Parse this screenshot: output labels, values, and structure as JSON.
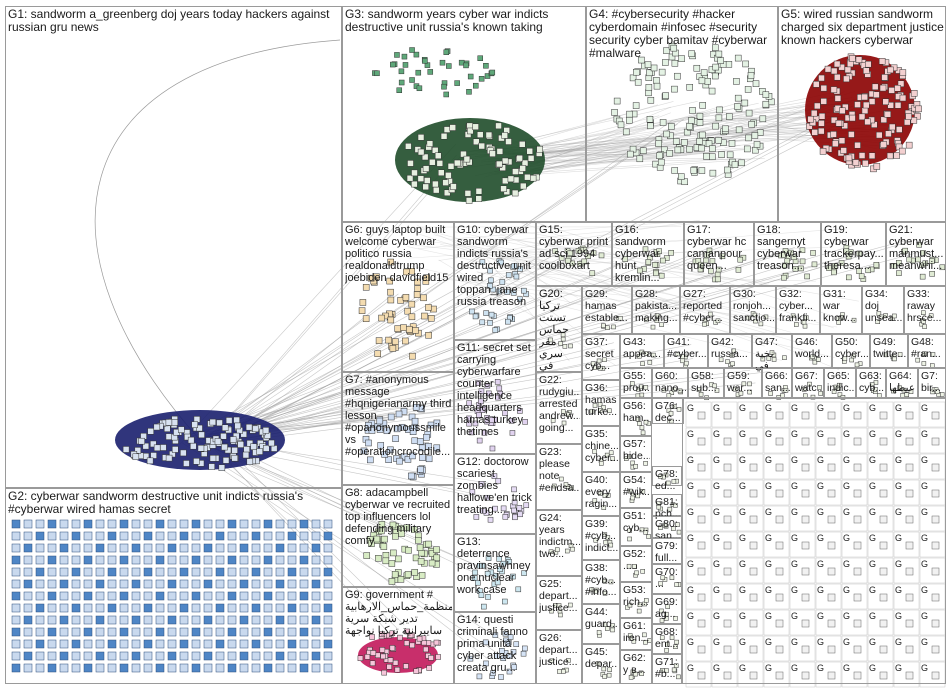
{
  "groups": [
    {
      "id": "G1",
      "label": "G1: sandworm a_greenberg doj years today hackers against russian gru news"
    },
    {
      "id": "G2",
      "label": "G2: cyberwar sandworm destructive unit indicts russia's #cyberwar wired hamas secret"
    },
    {
      "id": "G3",
      "label": "G3: sandworm years cyber war indicts destructive unit russia's known taking"
    },
    {
      "id": "G4",
      "label": "G4: #cybersecurity #hacker cyberdomain #infosec #security security cyber bamitav #cyberwar #malware"
    },
    {
      "id": "G5",
      "label": "G5: wired russian sandworm charged six department justice known hackers cyberwar"
    },
    {
      "id": "G6",
      "label": "G6: guys laptop built welcome cyberwar politico russia realdonaldtrump joebiden davidfield15"
    },
    {
      "id": "G7",
      "label": "G7: #anonymous message #hqnigerianarmy third lesson #opanonymoussmile vs #operationcrocodile..."
    },
    {
      "id": "G8",
      "label": "G8: adacampbell cyberwar ve recruited top influencers lol defending military comfy"
    },
    {
      "id": "G9",
      "label": "G9: government # منظمة_حماس_الارهابية تدير شبكة سرية سايبرانية تركيا نواجهة"
    },
    {
      "id": "G10",
      "label": "G10: cyberwar sandworm indicts russia's destructive unit wired toppan_jane russia treason"
    },
    {
      "id": "G11",
      "label": "G11: secret set carrying cyberwarfare counter intelligence headquarters hamas turkey thetimes"
    },
    {
      "id": "G12",
      "label": "G12: doctorow scariest zombies hallowe'en trick treating..."
    },
    {
      "id": "G13",
      "label": "G13: deterrence pravinsawhney one nuclear work case"
    },
    {
      "id": "G14",
      "label": "G14: questi criminali fanno prima unità cyber attack creata gru..."
    },
    {
      "id": "G15",
      "label": "G15: cyberwar print ad sci 1994 coolboxart"
    },
    {
      "id": "G16",
      "label": "G16: sandworm cyberwar hunt kremlin..."
    },
    {
      "id": "G17",
      "label": "G17: cyberwar hc camanpour queen..."
    },
    {
      "id": "G18",
      "label": "G18: sangernyt cyberwar treason..."
    },
    {
      "id": "G19",
      "label": "G19: cyberwar trackerpay... theresa..."
    },
    {
      "id": "G21",
      "label": "G21: cyberwar manmust... meanwhi..."
    },
    {
      "id": "G20",
      "label": "G20: تركيا تستت حماس مقر سري في"
    },
    {
      "id": "G29",
      "label": "G29: hamas estable..."
    },
    {
      "id": "G28",
      "label": "G28: pakista... making..."
    },
    {
      "id": "G27",
      "label": "G27: reported #cyber..."
    },
    {
      "id": "G30",
      "label": "G30: ronjoh... sanctio..."
    },
    {
      "id": "G32",
      "label": "G32: cyber... frankfi..."
    },
    {
      "id": "G31",
      "label": "G31: war know..."
    },
    {
      "id": "G34",
      "label": "G34: doj unsea..."
    },
    {
      "id": "G33",
      "label": "G33: raway hrsce..."
    },
    {
      "id": "G37",
      "label": "G37: secret cyb..."
    },
    {
      "id": "G43",
      "label": "G43: appea..."
    },
    {
      "id": "G41",
      "label": "G41: #cyber..."
    },
    {
      "id": "G42",
      "label": "G42: russia..."
    },
    {
      "id": "G47",
      "label": "G47: نخبة في"
    },
    {
      "id": "G46",
      "label": "G46: world..."
    },
    {
      "id": "G50",
      "label": "G50: cyber..."
    },
    {
      "id": "G49",
      "label": "G49: twitte..."
    },
    {
      "id": "G48",
      "label": "G48: #ran..."
    },
    {
      "id": "G22",
      "label": "G22: rudygiu... arrested andrew... going..."
    },
    {
      "id": "G36",
      "label": "G36: hamas turke..."
    },
    {
      "id": "G55",
      "label": "G55: prou..."
    },
    {
      "id": "G60",
      "label": "G60: nano..."
    },
    {
      "id": "G58",
      "label": "G58: sub..."
    },
    {
      "id": "G59",
      "label": "G59: war..."
    },
    {
      "id": "G66",
      "label": "G66: san..."
    },
    {
      "id": "G67",
      "label": "G67: watc..."
    },
    {
      "id": "G65",
      "label": "G65: indic..."
    },
    {
      "id": "G63",
      "label": "G63: cyb..."
    },
    {
      "id": "G64",
      "label": "G64: عيطها"
    },
    {
      "id": "G7b",
      "label": "G7: bir..."
    },
    {
      "id": "G56",
      "label": "G56: ham..."
    },
    {
      "id": "G76",
      "label": "G76: dec..."
    },
    {
      "id": "G35",
      "label": "G35: chine... cyber..."
    },
    {
      "id": "G23",
      "label": "G23: please note #endsa..."
    },
    {
      "id": "G57",
      "label": "G57: bide..."
    },
    {
      "id": "G78",
      "label": "G78: ed..."
    },
    {
      "id": "G81",
      "label": "G81: pch..."
    },
    {
      "id": "G54",
      "label": "G54: #wik..."
    },
    {
      "id": "G80",
      "label": "G80: san..."
    },
    {
      "id": "G40",
      "label": "G40: every ragin..."
    },
    {
      "id": "G39",
      "label": "G39: #cyb... indict..."
    },
    {
      "id": "G51",
      "label": "G51: cyb..."
    },
    {
      "id": "G79",
      "label": "G79: full..."
    },
    {
      "id": "G52",
      "label": "G52: ..."
    },
    {
      "id": "G24",
      "label": "G24: years indictm... two..."
    },
    {
      "id": "G38",
      "label": "G38: #cyb... #info..."
    },
    {
      "id": "G53",
      "label": "G53: rich..."
    },
    {
      "id": "G70",
      "label": "G70: ..."
    },
    {
      "id": "G25",
      "label": "G25: depart... justice..."
    },
    {
      "id": "G44",
      "label": "G44: guard..."
    },
    {
      "id": "G61",
      "label": "G61: iren..."
    },
    {
      "id": "G69",
      "label": "G69: ag..."
    },
    {
      "id": "G26",
      "label": "G26: depart... justice..."
    },
    {
      "id": "G45",
      "label": "G45: depar..."
    },
    {
      "id": "G62",
      "label": "G62: y в..."
    },
    {
      "id": "G71",
      "label": "G71: #b..."
    },
    {
      "id": "G68",
      "label": "G68: ent..."
    }
  ],
  "colors": {
    "edge": "#9a9a9a",
    "g1": "#1a1f6e",
    "g2": "#3a6fa8",
    "g3": "#1f4d2a",
    "g4": "#2e8b57",
    "g5": "#8b0000",
    "g6": "#d98c3a",
    "g7": "#6f9ad0",
    "g8": "#7ab648",
    "g9": "#c2185b",
    "g10": "#6aa0c8",
    "g11": "#7b4fa0",
    "g12": "#a07cd0",
    "g13": "#3a8fb0",
    "g14": "#4f86c6",
    "small": "#8fae6b"
  }
}
